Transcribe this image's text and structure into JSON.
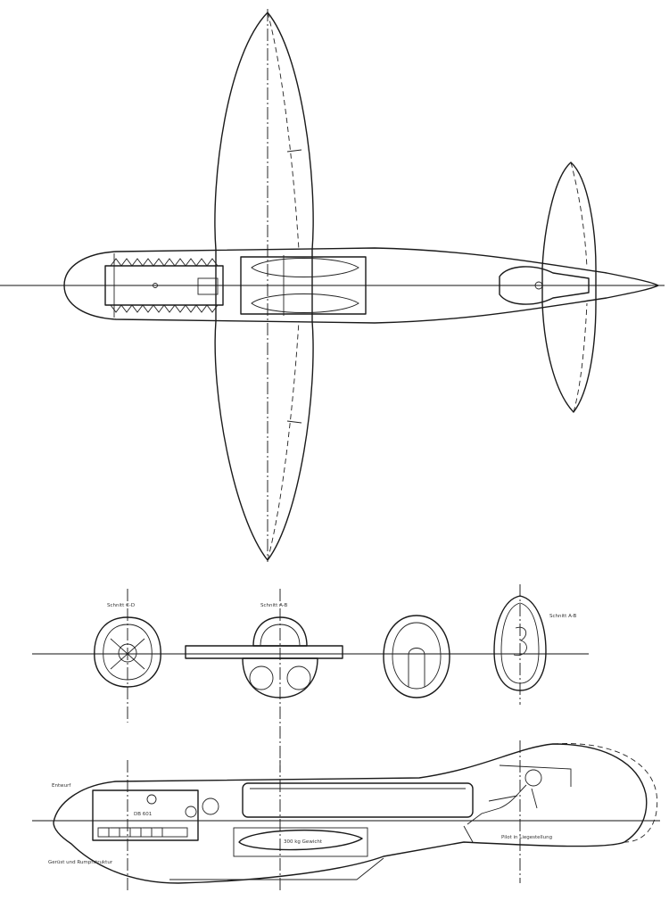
{
  "drawing": {
    "labels": {
      "section_cd": "Schnitt C-D",
      "section_ab": "Schnitt A-B",
      "section_ef": "Schnitt A-B",
      "bomb_label": "300 kg Gewicht",
      "side_label_top": "Entwurf",
      "side_label_bottom": "Gerüst und Rumpfstruktur",
      "engine_label": "DB 601",
      "pilot_label": "Pilot in Liegestellung"
    },
    "colors": {
      "ink": "#1a1a1a",
      "paper": "#ffffff"
    }
  }
}
